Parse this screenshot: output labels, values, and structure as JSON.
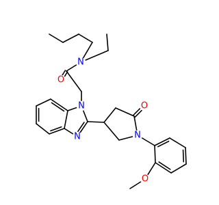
{
  "figure": {
    "type": "chemical-structure",
    "background_color": "#ffffff",
    "bond_color": "#000000",
    "nitrogen_color": "#0000ff",
    "oxygen_color": "#ff0000"
  },
  "atom_labels": {
    "amide_n": "N",
    "amide_o": "O",
    "benzimidazole_n1": "N",
    "benzimidazole_n3": "N",
    "lactam_o": "O",
    "pyrrolidinone_n": "N",
    "methoxy_o": "O"
  }
}
